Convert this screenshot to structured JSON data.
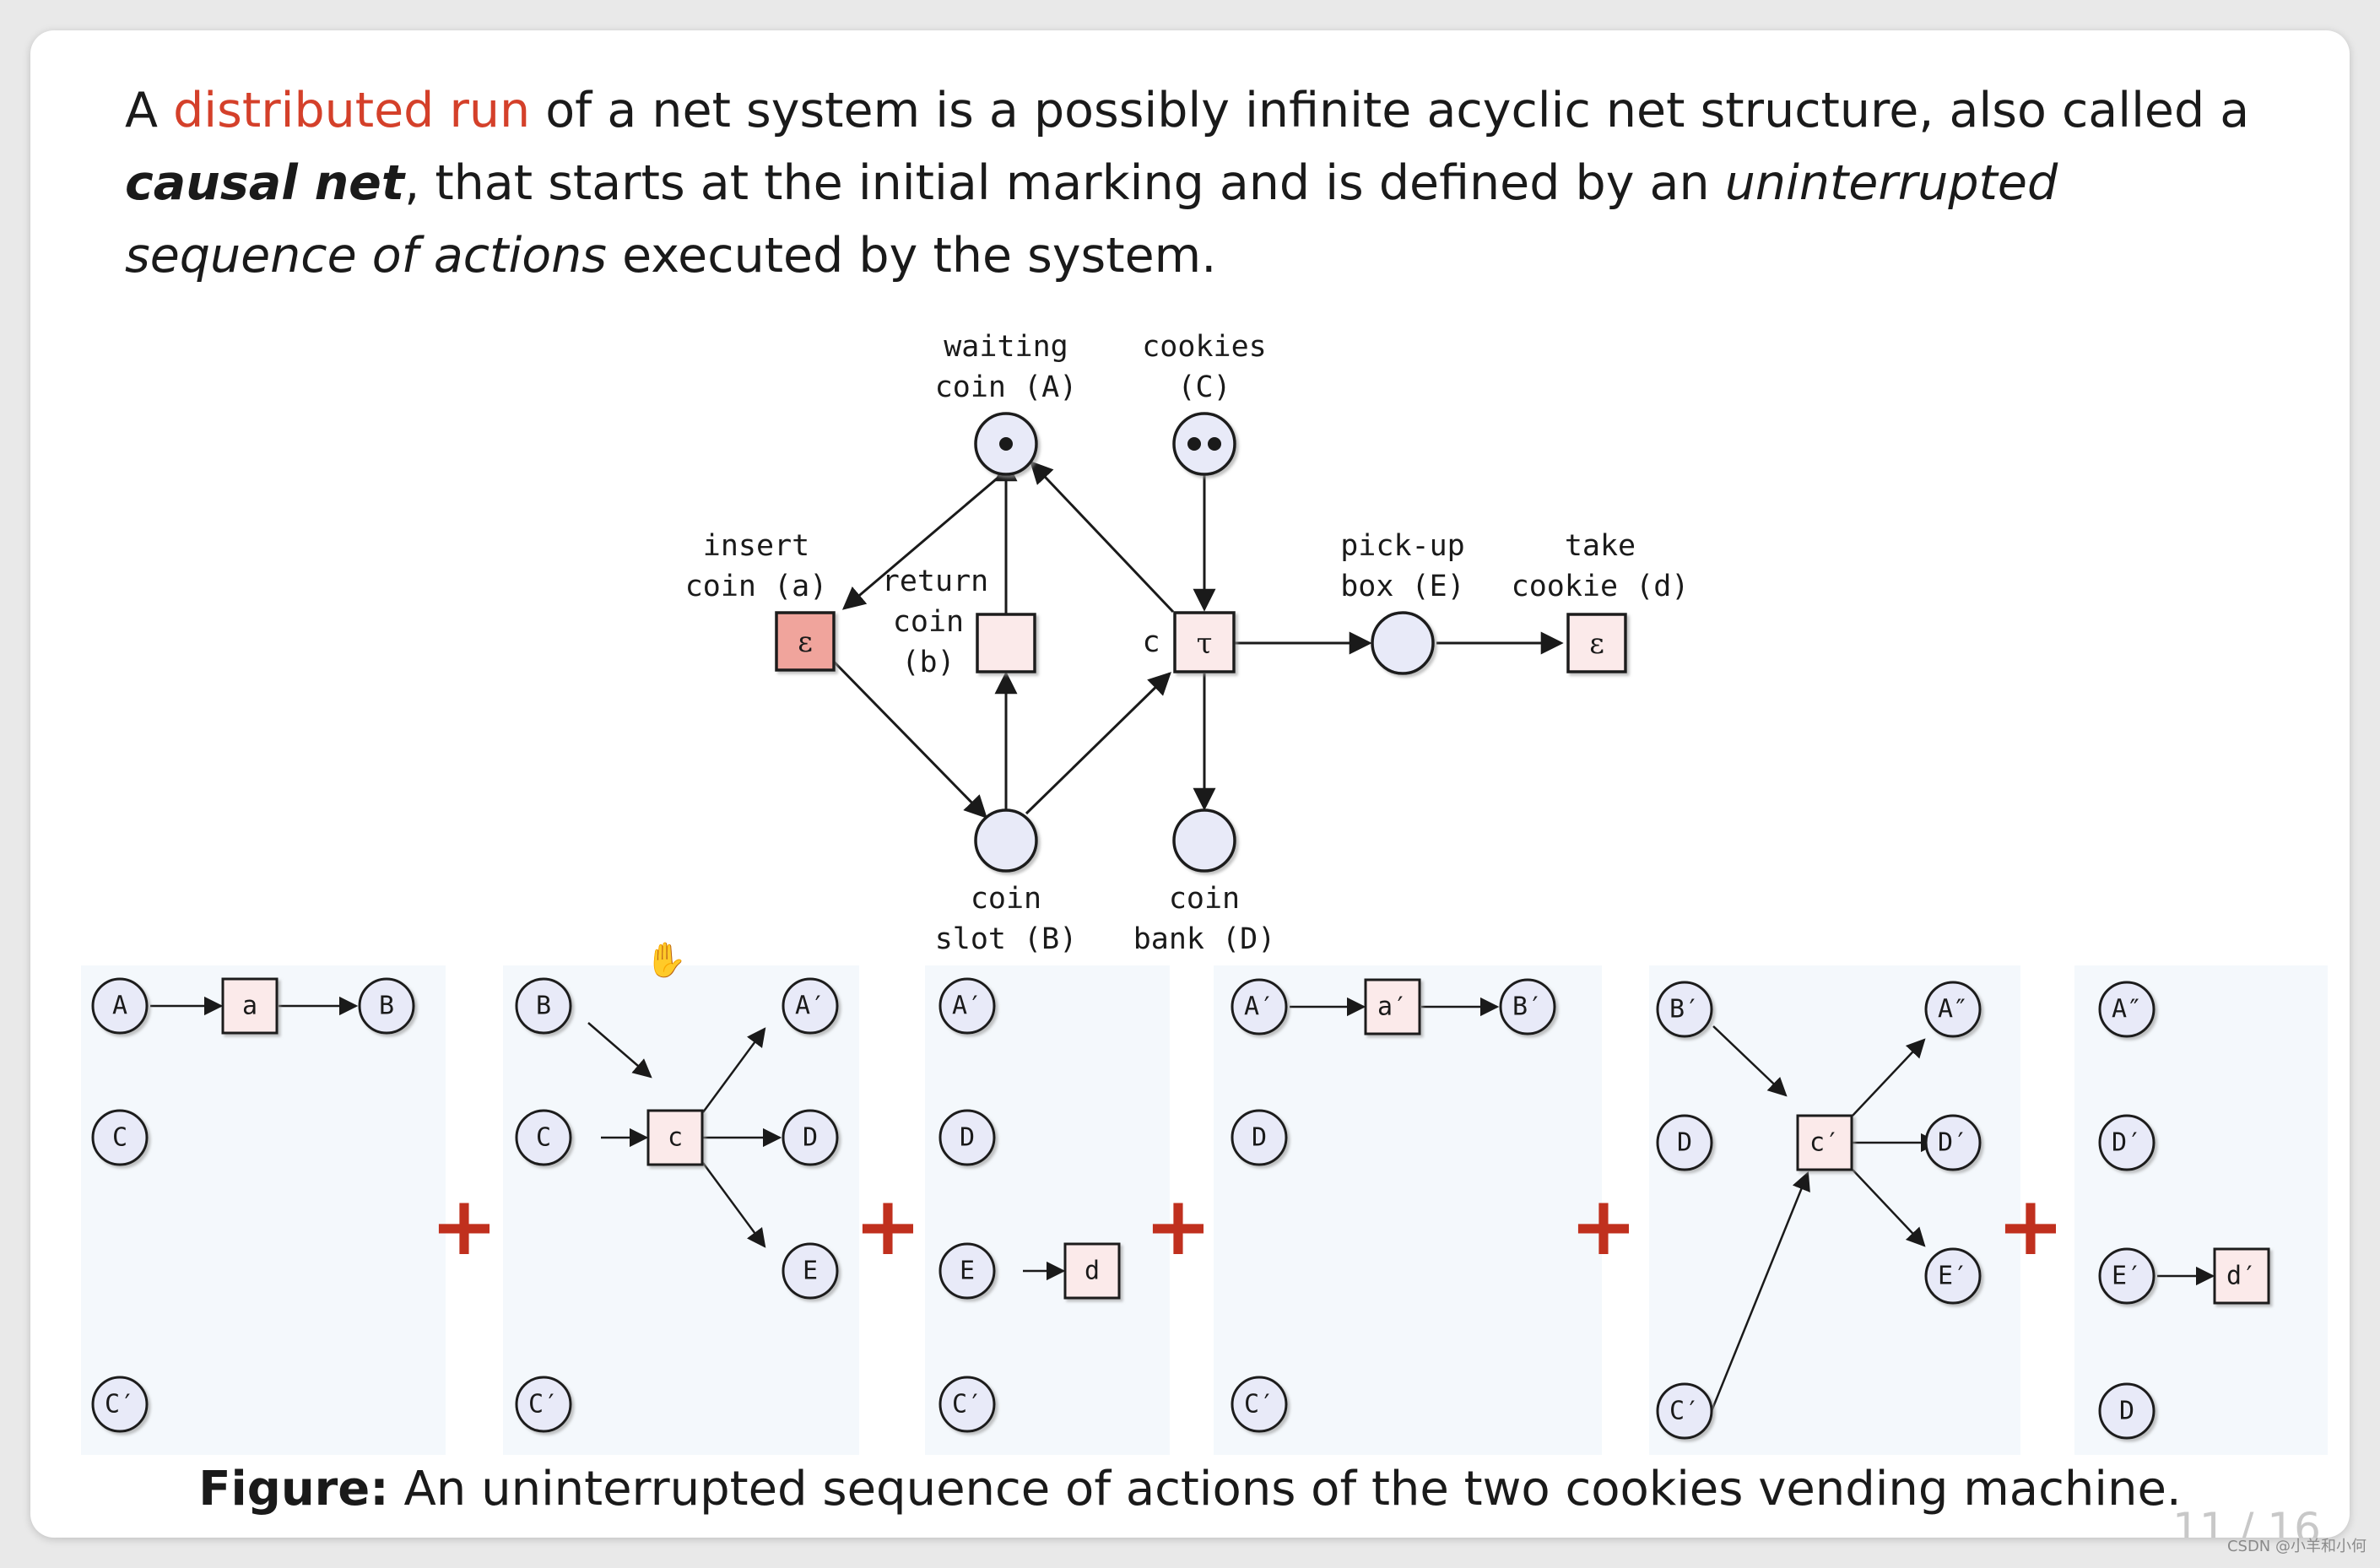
{
  "intro": {
    "p1": "A ",
    "term": "distributed run",
    "p2": " of a net system is a possibly infinite acyclic net structure, also called a ",
    "bold_term": "causal net",
    "p3": ", that starts at the initial marking and is defined by an ",
    "italic_term1": "uninterrupted",
    "italic_term2": "sequence of actions",
    "p4": " executed by the system."
  },
  "net": {
    "place_waiting_l1": "waiting",
    "place_waiting_l2": "coin (A)",
    "place_cookies_l1": "cookies",
    "place_cookies_l2": "(C)",
    "trans_insert_l1": "insert",
    "trans_insert_l2": "coin (a)",
    "trans_insert_sym": "ε",
    "trans_return_l1": "return",
    "trans_return_l2": "coin",
    "trans_return_l3": "(b)",
    "trans_c_label": "c",
    "trans_c_sym": "τ",
    "place_pickup_l1": "pick-up",
    "place_pickup_l2": "box (E)",
    "trans_take_l1": "take",
    "trans_take_l2": "cookie (d)",
    "trans_take_sym": "ε",
    "place_slot_l1": "coin",
    "place_slot_l2": "slot (B)",
    "place_bank_l1": "coin",
    "place_bank_l2": "bank (D)"
  },
  "run": {
    "plus": "+",
    "panel1": {
      "p_A": "A",
      "t_a": "a",
      "p_B": "B",
      "p_C": "C",
      "p_C1": "C′"
    },
    "panel2": {
      "p_B": "B",
      "p_C": "C",
      "t_c": "c",
      "p_A1": "A′",
      "p_D": "D",
      "p_E": "E",
      "p_C1": "C′"
    },
    "panel3": {
      "p_A1": "A′",
      "p_D": "D",
      "p_E": "E",
      "t_d": "d",
      "p_C1": "C′"
    },
    "panel4": {
      "p_A1": "A′",
      "t_a1": "a′",
      "p_B1": "B′",
      "p_D": "D",
      "p_C1": "C′"
    },
    "panel5": {
      "p_B1": "B′",
      "p_D": "D",
      "t_c1": "c′",
      "p_A2": "A″",
      "p_D1": "D′",
      "p_E1": "E′",
      "p_C1": "C′"
    },
    "panel6": {
      "p_A2": "A″",
      "p_D1": "D′",
      "p_E1": "E′",
      "t_d1": "d′",
      "p_D": "D"
    }
  },
  "caption": {
    "label": "Figure:",
    "text": " An uninterrupted sequence of actions of the two cookies vending machine."
  },
  "footer": {
    "page": "11 / 16",
    "watermark": "CSDN @小羊和小何"
  },
  "colors": {
    "term_red": "#d4402a",
    "place_fill": "#e8eaf8",
    "trans_fill": "#fbeaea",
    "trans_highlight": "#f0a49c",
    "plus_red": "#c0301e",
    "panel_bg": "#f4f8fc"
  }
}
